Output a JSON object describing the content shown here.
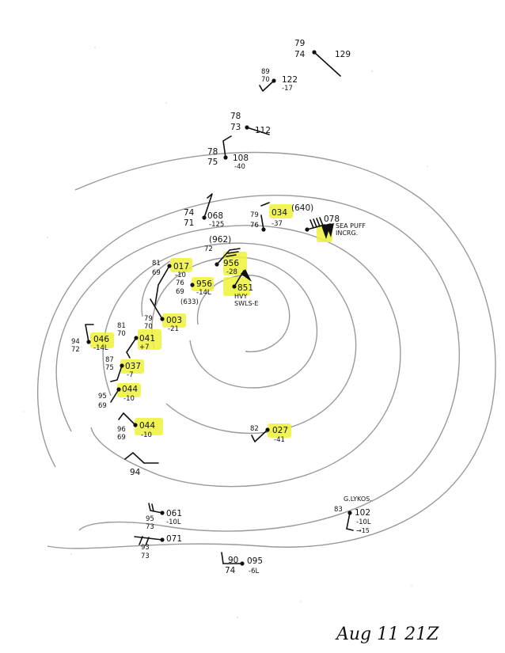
{
  "date_label": "Aug 11 21Z",
  "stations": [
    {
      "id": "s1",
      "temp": "79",
      "dew": "74",
      "pressure": "129",
      "tend": "",
      "highlight": false
    },
    {
      "id": "s2",
      "temp": "89",
      "dew": "70",
      "pressure": "122",
      "tend": "-17",
      "highlight": false
    },
    {
      "id": "s3",
      "temp": "78",
      "dew": "73",
      "pressure": "112",
      "tend": "",
      "highlight": false
    },
    {
      "id": "s4",
      "temp": "78",
      "dew": "75",
      "pressure": "108",
      "tend": "-40",
      "highlight": false
    },
    {
      "id": "s5",
      "temp": "74",
      "dew": "71",
      "pressure": "068",
      "tend": "-125",
      "highlight": false
    },
    {
      "id": "s6",
      "temp": "79",
      "dew": "76",
      "pressure": "034",
      "tend": "-37",
      "highlight": true
    },
    {
      "id": "s7",
      "temp": "",
      "dew": "",
      "pressure": "078",
      "tend": "",
      "highlight": false
    },
    {
      "id": "s8",
      "temp": "81",
      "dew": "69",
      "pressure": "017",
      "tend": "-10",
      "highlight": true
    },
    {
      "id": "s9",
      "temp": "72",
      "dew": "",
      "pressure": "956",
      "tend": "-28",
      "highlight": true
    },
    {
      "id": "s10",
      "temp": "76",
      "dew": "69",
      "pressure": "956",
      "tend": "-14L",
      "highlight": true
    },
    {
      "id": "s11",
      "temp": "",
      "dew": "",
      "pressure": "851",
      "tend": "",
      "highlight": true
    },
    {
      "id": "s12",
      "temp": "79",
      "dew": "70",
      "pressure": "003",
      "tend": "-21",
      "highlight": true
    },
    {
      "id": "s13",
      "temp": "81",
      "dew": "70",
      "pressure": "041",
      "tend": "+7",
      "highlight": true
    },
    {
      "id": "s14",
      "temp": "94",
      "dew": "72",
      "pressure": "046",
      "tend": "-14L",
      "highlight": true
    },
    {
      "id": "s15",
      "temp": "87",
      "dew": "75",
      "pressure": "037",
      "tend": "-7",
      "highlight": true
    },
    {
      "id": "s16",
      "temp": "95",
      "dew": "69",
      "pressure": "044",
      "tend": "-10",
      "highlight": true
    },
    {
      "id": "s17",
      "temp": "96",
      "dew": "69",
      "pressure": "044",
      "tend": "-10",
      "highlight": true
    },
    {
      "id": "s18",
      "temp": "82",
      "dew": "",
      "pressure": "027",
      "tend": "-41",
      "highlight": true
    },
    {
      "id": "s19",
      "temp": "94",
      "dew": "",
      "pressure": "",
      "tend": "",
      "highlight": false
    },
    {
      "id": "s20",
      "temp": "95",
      "dew": "73",
      "pressure": "061",
      "tend": "-10L",
      "highlight": false
    },
    {
      "id": "s21",
      "temp": "93",
      "dew": "73",
      "pressure": "071",
      "tend": "",
      "highlight": false
    },
    {
      "id": "s22",
      "temp": "83",
      "dew": "",
      "pressure": "102",
      "tend": "-10L",
      "highlight": false
    },
    {
      "id": "s23",
      "temp": "90",
      "dew": "74",
      "pressure": "095",
      "tend": "-6L",
      "highlight": false
    }
  ],
  "annotations": {
    "sea_puff": "SEA PUFF",
    "incrg": "INCRG.",
    "pressure_640": "(640)",
    "pressure_962": "(962)",
    "pressure_633": "(633)",
    "hvy_swells": "HVY",
    "swells_e": "SWLS-E",
    "station_name": "G.LYKOS.",
    "arrow_15": "→15"
  }
}
